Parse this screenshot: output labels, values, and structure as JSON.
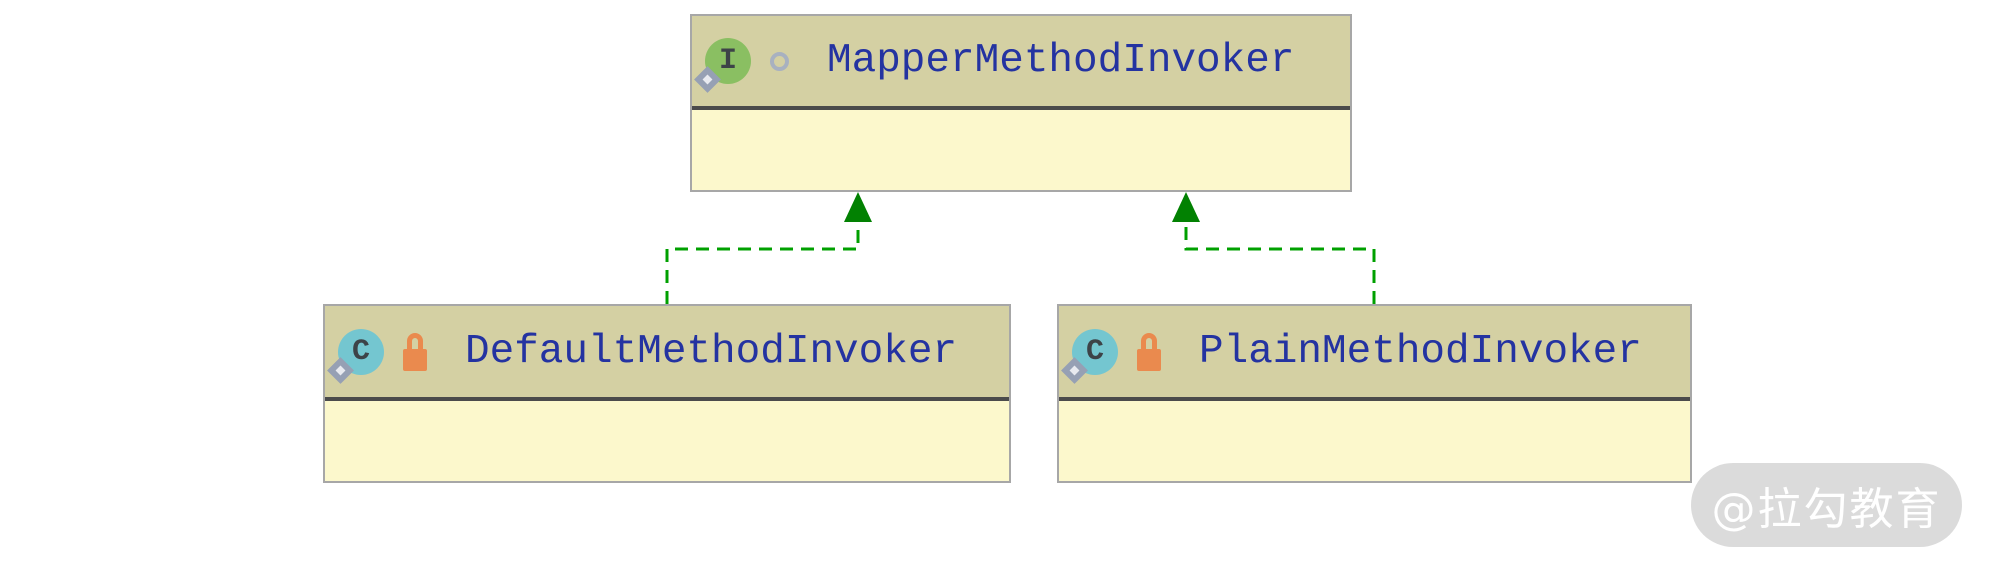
{
  "diagram": {
    "type": "uml-class-diagram",
    "nodes": [
      {
        "name": "MapperMethodInvoker",
        "kind": "interface",
        "icon_letter": "I",
        "badge": "visibility-ring",
        "compartments": 2
      },
      {
        "name": "DefaultMethodInvoker",
        "kind": "class",
        "icon_letter": "C",
        "badge": "lock",
        "compartments": 2
      },
      {
        "name": "PlainMethodInvoker",
        "kind": "class",
        "icon_letter": "C",
        "badge": "lock",
        "compartments": 2
      }
    ],
    "edges": [
      {
        "from": "DefaultMethodInvoker",
        "to": "MapperMethodInvoker",
        "type": "implements",
        "style": "green-dashed-hollow-up-arrow"
      },
      {
        "from": "PlainMethodInvoker",
        "to": "MapperMethodInvoker",
        "type": "implements",
        "style": "green-dashed-hollow-up-arrow"
      }
    ],
    "colors": {
      "node_header_bg": "#d4d0a3",
      "node_body_bg": "#fcf8cc",
      "node_border": "#a7a7a7",
      "compartment_separator": "#4b4b4b",
      "title_text": "#2433a1",
      "edge_green": "#00a000",
      "arrowhead_green": "#028102",
      "interface_icon_bg": "#8abf62",
      "class_icon_bg": "#74c6d0",
      "icon_letter": "#3d4348",
      "lock_orange": "#ea8a4e",
      "diamond_gray": "#96a0b4",
      "ring_gray": "#a8b1c0",
      "watermark_bg": "#d9d9d9",
      "watermark_text": "#ffffff"
    }
  },
  "watermark": {
    "text": "@拉勾教育"
  }
}
